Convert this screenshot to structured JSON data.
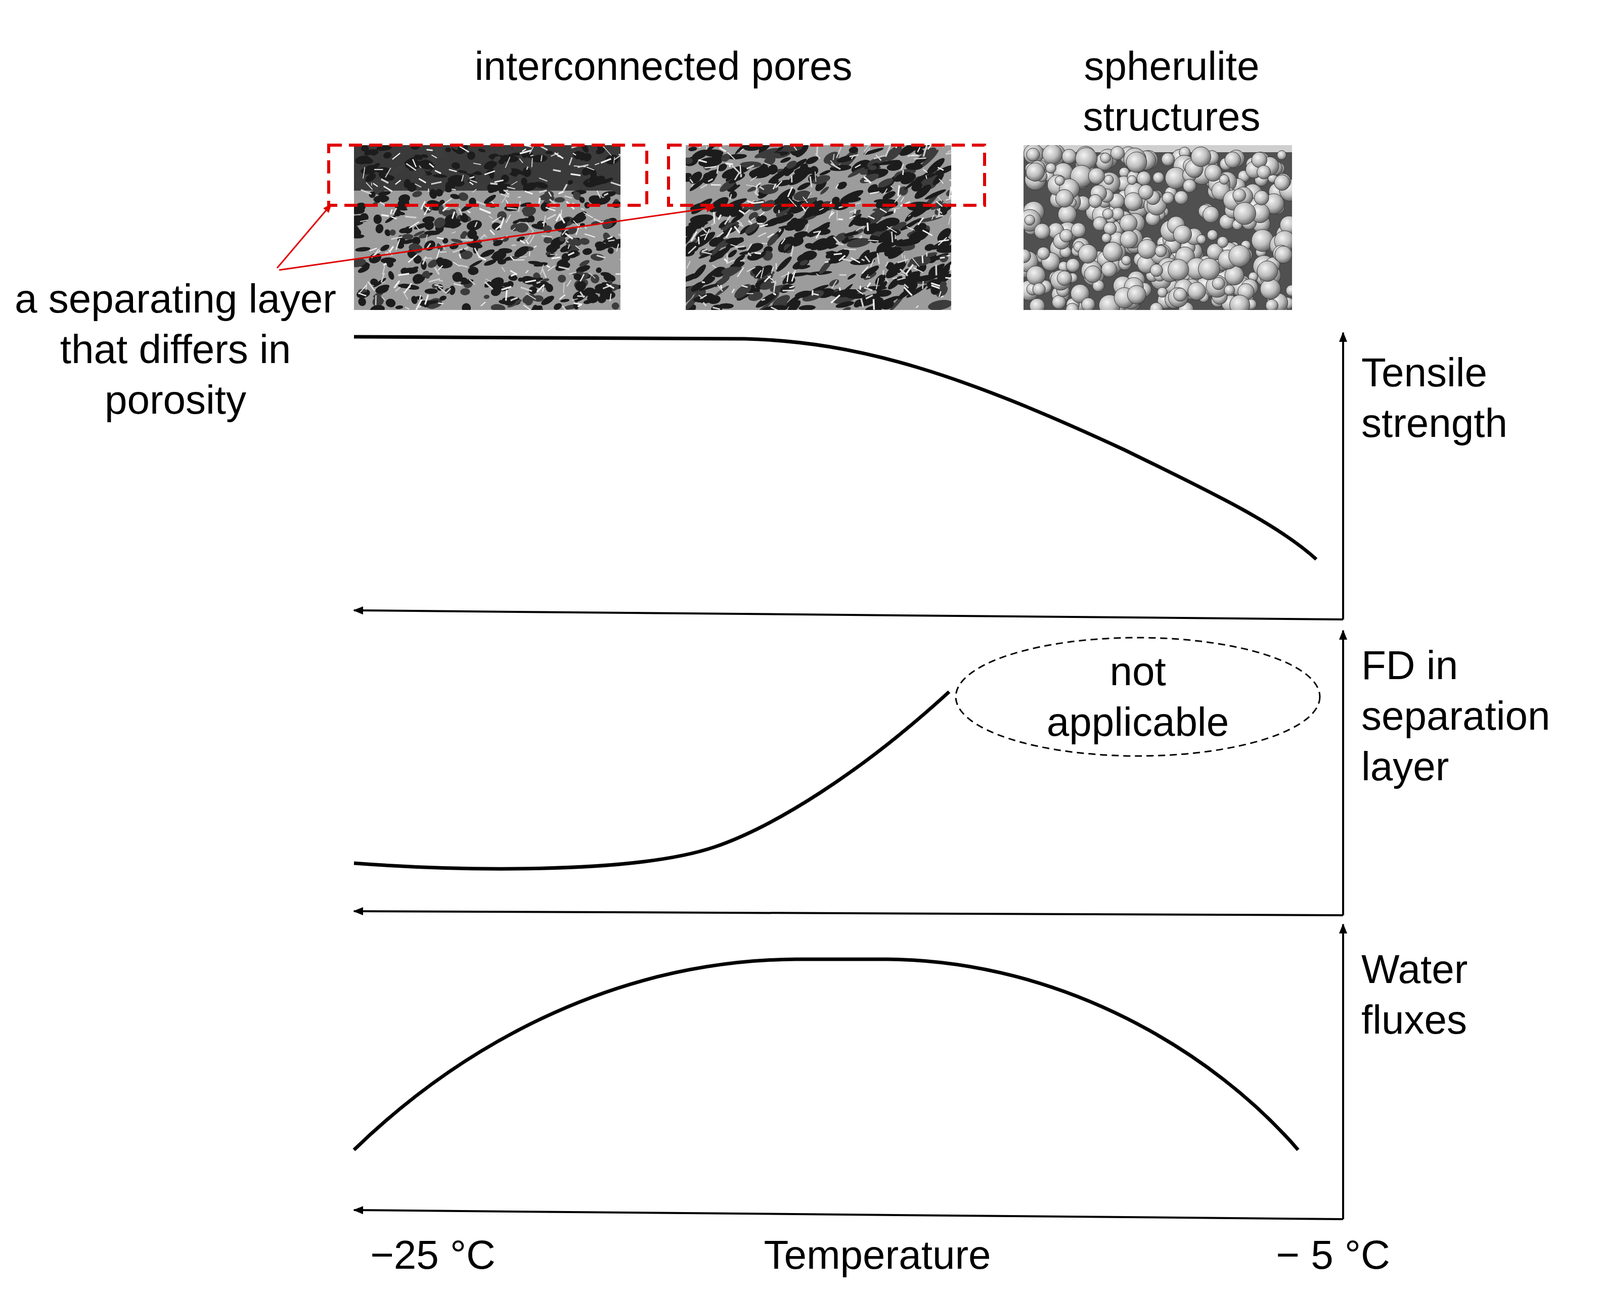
{
  "diagram": {
    "nodes": [
      {
        "text": [
          "not applicable"
        ]
      }
    ],
    "labels": [
      "interconnected pores",
      "spherulite structures",
      "a separating layer that differs in porosity",
      "Tensile strength",
      "FD in separation layer",
      "Water fluxes",
      "−25 °C",
      "Temperature",
      "− 5 °C"
    ]
  }
}
